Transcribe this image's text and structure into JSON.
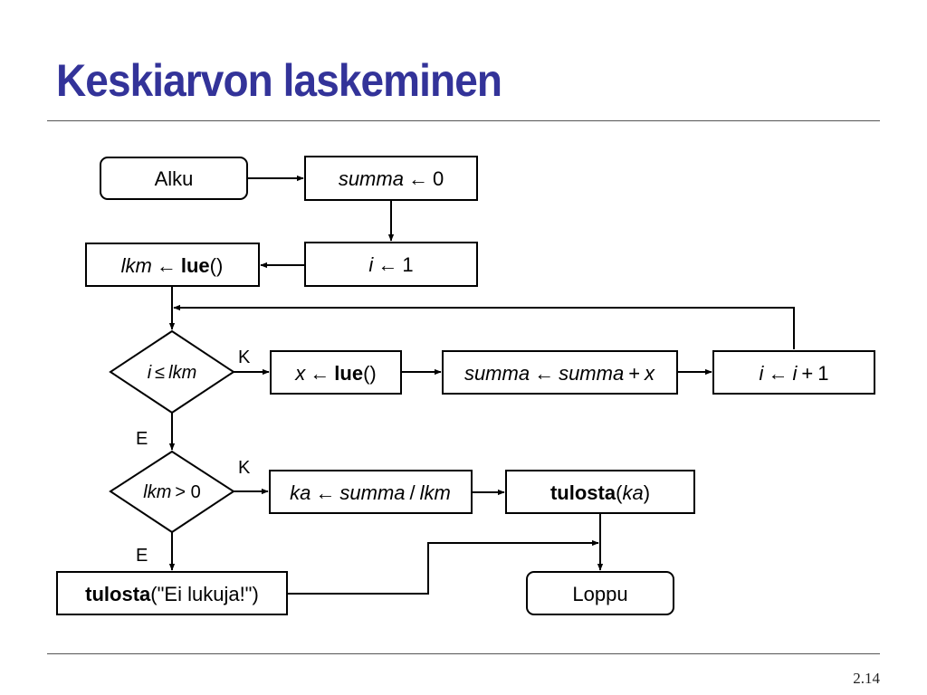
{
  "slide": {
    "title": "Keskiarvon laskeminen",
    "page_number": "2.14"
  },
  "flowchart": {
    "nodes": {
      "start": {
        "text": "Alku"
      },
      "init_sum": {
        "var": "summa",
        "arrow": "←",
        "value": "0"
      },
      "init_i": {
        "var": "i",
        "arrow": "←",
        "value": "1"
      },
      "read_count": {
        "var": "lkm",
        "arrow": "←",
        "func": "lue",
        "rest": "()"
      },
      "cond_loop": {
        "left": "i",
        "op": "≤",
        "right": "lkm"
      },
      "read_x": {
        "var": "x",
        "arrow": "←",
        "func": "lue",
        "rest": "()"
      },
      "accumulate": {
        "var": "summa",
        "arrow": "←",
        "expr_var": "summa",
        "plus": "+",
        "expr_add": "x"
      },
      "increment": {
        "var": "i",
        "arrow": "←",
        "expr_var": "i",
        "plus": "+",
        "value": "1"
      },
      "cond_count": {
        "left": "lkm",
        "op": "> 0"
      },
      "compute_avg": {
        "var": "ka",
        "arrow": "←",
        "num": "summa",
        "div": "/",
        "den": "lkm"
      },
      "print_avg": {
        "func": "tulosta",
        "open": "(",
        "arg": "ka",
        "close": ")"
      },
      "print_none": {
        "func": "tulosta",
        "rest": "(\"Ei lukuja!\")"
      },
      "end": {
        "text": "Loppu"
      }
    },
    "branch_labels": {
      "loop_yes": "K",
      "loop_no": "E",
      "count_yes": "K",
      "count_no": "E"
    }
  }
}
